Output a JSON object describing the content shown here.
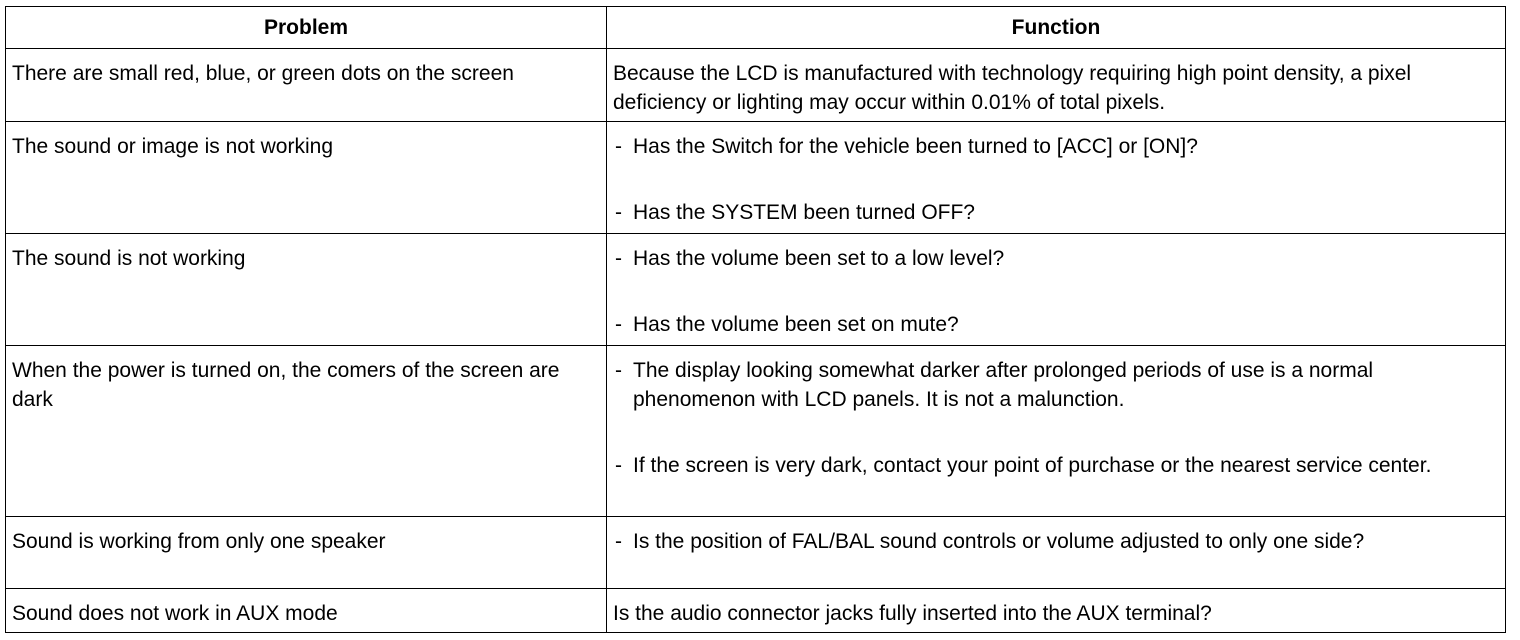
{
  "table": {
    "headers": {
      "problem": "Problem",
      "function": "Function"
    },
    "rows": [
      {
        "problem": "There are small red, blue, or green dots on the screen",
        "function_text": "Because the LCD is manufactured with technology requiring high point density, a pixel deficiency or lighting may occur within 0.01% of total pixels.",
        "function_items": []
      },
      {
        "problem": "The sound or image is not working",
        "function_text": "",
        "function_items": [
          "Has the Switch for the vehicle been turned to [ACC] or [ON]?",
          "Has the SYSTEM been turned OFF?"
        ]
      },
      {
        "problem": "The sound is not working",
        "function_text": "",
        "function_items": [
          "Has the volume been set to a low level?",
          "Has the volume been set on mute?"
        ]
      },
      {
        "problem": "When the power is turned on, the comers of the screen are dark",
        "function_text": "",
        "function_items": [
          "The display looking somewhat darker after prolonged periods of use is a normal phenomenon with LCD panels. It is not a malunction.",
          "If the screen is very dark, contact your point of purchase or the nearest service center."
        ]
      },
      {
        "problem": "Sound is working from only one speaker",
        "function_text": "",
        "function_items": [
          "Is the position of FAL/BAL sound controls or volume adjusted to only one side?"
        ]
      },
      {
        "problem": "Sound does not work in AUX mode",
        "function_text": "Is the audio connector jacks fully inserted into the AUX terminal?",
        "function_items": []
      }
    ]
  }
}
